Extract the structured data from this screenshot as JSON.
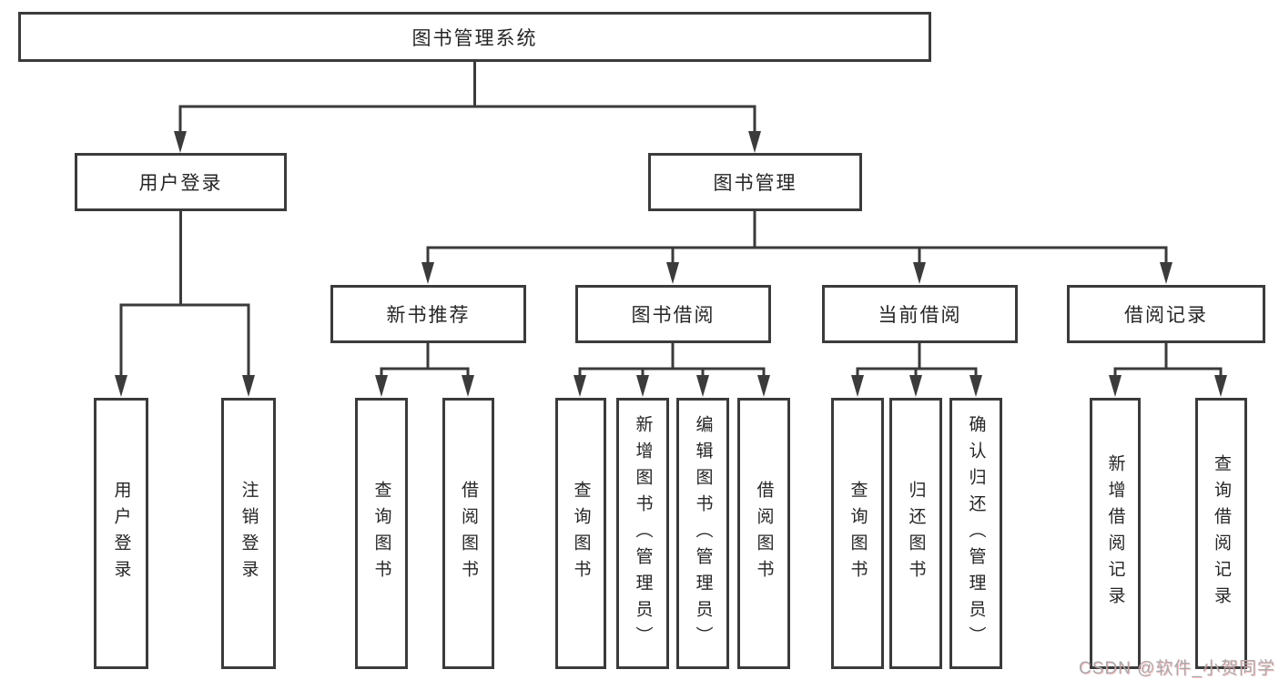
{
  "diagram": {
    "type": "hierarchy-tree",
    "watermark": "CSDN @软件_小贺同学",
    "colors": {
      "line": "#3b3b3b",
      "box_border": "#3b3b3b",
      "box_background": "#ffffff",
      "text": "#262626",
      "watermark_text": "#a9a9ad"
    },
    "nodes": {
      "root": {
        "label": "图书管理系统"
      },
      "user_login": {
        "label": "用户登录"
      },
      "book_mgmt": {
        "label": "图书管理"
      },
      "new_book_rec": {
        "label": "新书推荐"
      },
      "book_borrow": {
        "label": "图书借阅"
      },
      "current_borrow": {
        "label": "当前借阅"
      },
      "borrow_records": {
        "label": "借阅记录"
      },
      "leaf_user_login": {
        "label": "用户登录"
      },
      "leaf_logout": {
        "label": "注销登录"
      },
      "leaf_query_books_rec": {
        "label": "查询图书"
      },
      "leaf_borrow_books_rec": {
        "label": "借阅图书"
      },
      "leaf_query_books_borrow": {
        "label": "查询图书"
      },
      "leaf_add_books": {
        "label": "新增图书（管理员）"
      },
      "leaf_edit_books": {
        "label": "编辑图书（管理员）"
      },
      "leaf_borrow_books": {
        "label": "借阅图书"
      },
      "leaf_query_books_current": {
        "label": "查询图书"
      },
      "leaf_return_books": {
        "label": "归还图书"
      },
      "leaf_confirm_return": {
        "label": "确认归还（管理员）"
      },
      "leaf_add_borrow_record": {
        "label": "新增借阅记录"
      },
      "leaf_query_borrow_record": {
        "label": "查询借阅记录"
      }
    },
    "edges": [
      "图书管理系统 → 用户登录",
      "图书管理系统 → 图书管理",
      "用户登录 → 用户登录(叶), 注销登录",
      "图书管理 → 新书推荐, 图书借阅, 当前借阅, 借阅记录",
      "新书推荐 → 查询图书, 借阅图书",
      "图书借阅 → 查询图书, 新增图书（管理员）, 编辑图书（管理员）, 借阅图书",
      "当前借阅 → 查询图书, 归还图书, 确认归还（管理员）",
      "借阅记录 → 新增借阅记录, 查询借阅记录"
    ]
  }
}
